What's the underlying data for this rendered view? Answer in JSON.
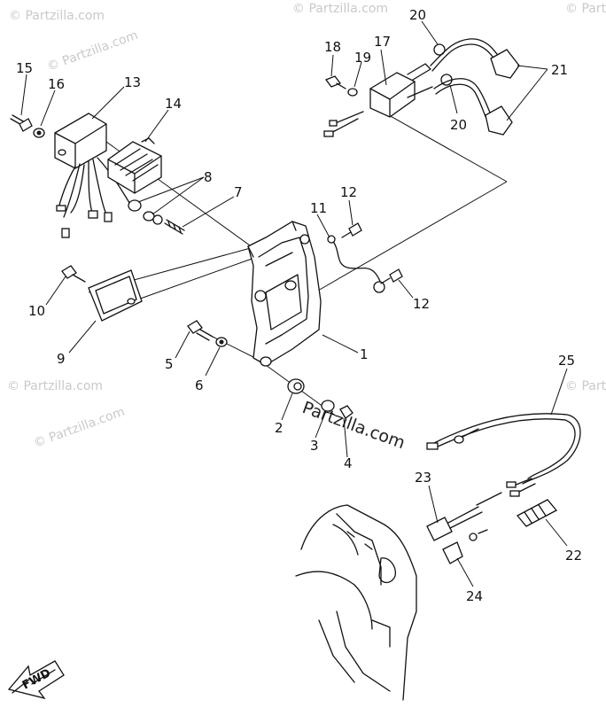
{
  "watermarks": {
    "corner": "© Partzilla.com",
    "center": "Partzilla.com"
  },
  "direction_label": "FWD",
  "callouts": [
    "1",
    "2",
    "3",
    "4",
    "5",
    "6",
    "7",
    "8",
    "9",
    "10",
    "11",
    "12",
    "12",
    "13",
    "14",
    "15",
    "16",
    "17",
    "18",
    "19",
    "20",
    "20",
    "21",
    "22",
    "23",
    "24",
    "25"
  ]
}
